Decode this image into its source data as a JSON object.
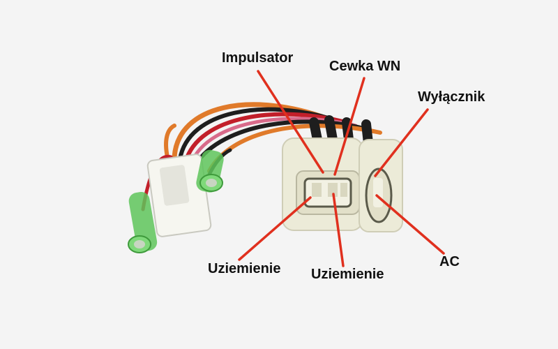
{
  "labels": {
    "impulsator": "Impulsator",
    "cewka_wn": "Cewka WN",
    "wylacznik": "Wyłącznik",
    "uziemienie_left": "Uziemienie",
    "uziemienie_center": "Uziemienie",
    "ac": "AC"
  },
  "colors": {
    "background": "#f4f4f4",
    "pointer_line": "#e0301e",
    "connector_body": "#ecebd8",
    "terminal_green": "#5ec45a",
    "wire_black": "#1e1e1e",
    "wire_orange": "#e07a2a",
    "wire_red": "#c21f2a",
    "wire_pink": "#d86a8a"
  }
}
